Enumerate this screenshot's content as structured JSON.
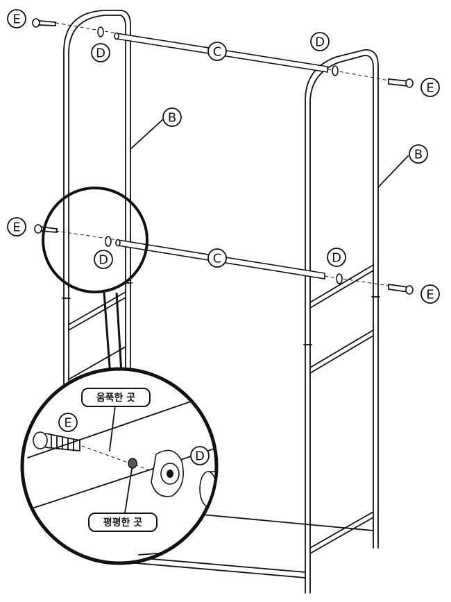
{
  "parts": {
    "b_label": "B",
    "c_label": "C",
    "d_label": "D",
    "e_label": "E"
  },
  "detail": {
    "concave_label": "움푹한 곳",
    "flat_label": "평평한 곳"
  }
}
